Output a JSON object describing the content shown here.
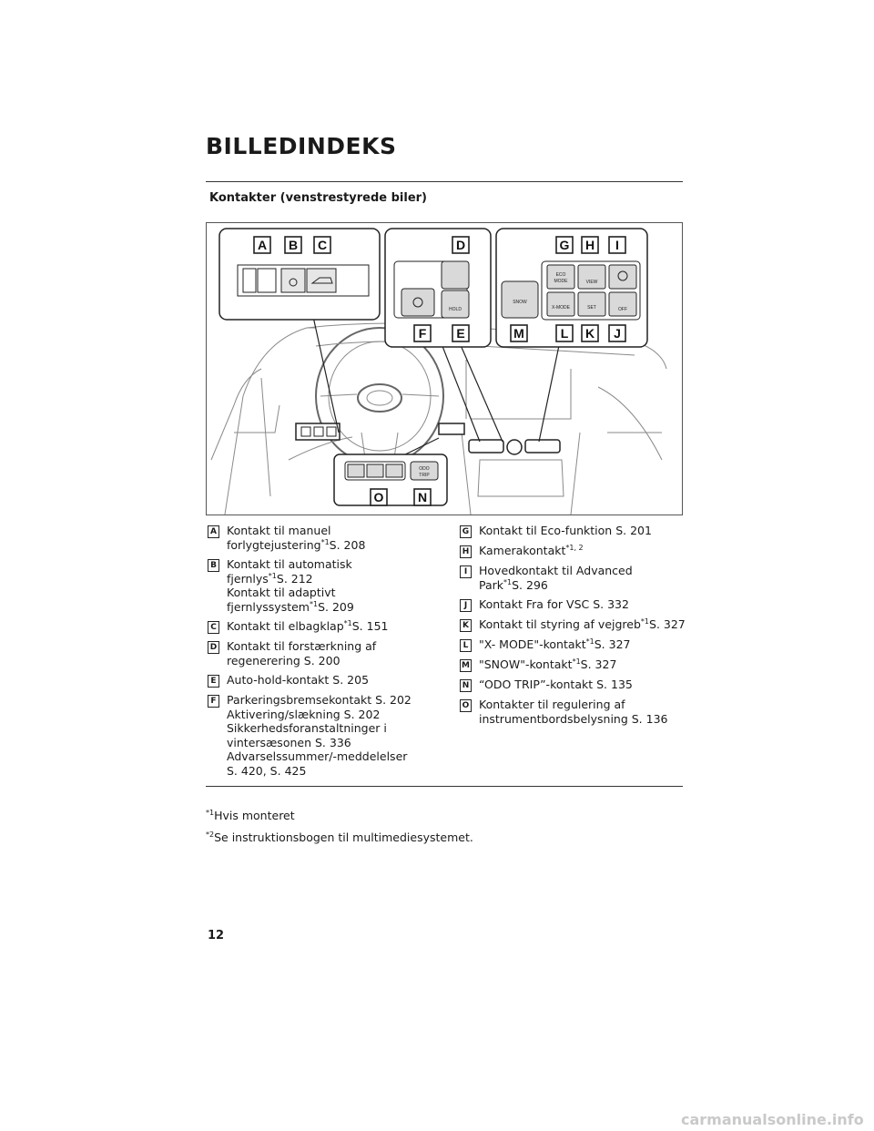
{
  "page": {
    "title": "BILLEDINDEKS",
    "subtitle": "Kontakter (venstrestyrede biler)",
    "page_number": "12"
  },
  "figure": {
    "labels": [
      "A",
      "B",
      "C",
      "D",
      "G",
      "H",
      "I",
      "F",
      "E",
      "M",
      "L",
      "K",
      "J",
      "O",
      "N"
    ],
    "switch_texts": {
      "snow": "SNOW",
      "eco": "ECO",
      "mode": "MODE",
      "view": "VIEW",
      "hold": "HOLD",
      "off": "OFF",
      "set": "SET",
      "xmode": "X-MODE",
      "odo": "ODO",
      "trip": "TRIP"
    }
  },
  "left_items": [
    {
      "letter": "A",
      "lines": [
        {
          "t": "Kontakt til manuel"
        },
        {
          "t": "forlygtejustering",
          "sup": "*1",
          "after": "S. 208"
        }
      ]
    },
    {
      "letter": "B",
      "lines": [
        {
          "t": "Kontakt til automatisk"
        },
        {
          "t": "fjernlys",
          "sup": "*1",
          "after": "S. 212"
        },
        {
          "t": "Kontakt til adaptivt"
        },
        {
          "t": "fjernlyssystem",
          "sup": "*1",
          "after": "S. 209"
        }
      ]
    },
    {
      "letter": "C",
      "lines": [
        {
          "t": "Kontakt til elbagklap",
          "sup": "*1",
          "after": "S. 151"
        }
      ]
    },
    {
      "letter": "D",
      "lines": [
        {
          "t": "Kontakt til forstærkning af"
        },
        {
          "t": "regenerering S. 200"
        }
      ]
    },
    {
      "letter": "E",
      "lines": [
        {
          "t": "Auto-hold-kontakt S. 205"
        }
      ]
    },
    {
      "letter": "F",
      "lines": [
        {
          "t": "Parkeringsbremsekontakt S. 202"
        },
        {
          "t": "Aktivering/slækning S. 202"
        },
        {
          "t": "Sikkerhedsforanstaltninger i"
        },
        {
          "t": "vintersæsonen S. 336"
        },
        {
          "t": "Advarselssummer/-meddelelser"
        },
        {
          "t": "S. 420, S. 425"
        }
      ]
    }
  ],
  "right_items": [
    {
      "letter": "G",
      "lines": [
        {
          "t": "Kontakt til Eco-funktion S. 201"
        }
      ]
    },
    {
      "letter": "H",
      "lines": [
        {
          "t": "Kamerakontakt",
          "sup": "*1, 2",
          "after": ""
        }
      ]
    },
    {
      "letter": "I",
      "lines": [
        {
          "t": "Hovedkontakt til Advanced"
        },
        {
          "t": "Park",
          "sup": "*1",
          "after": "S. 296"
        }
      ]
    },
    {
      "letter": "J",
      "lines": [
        {
          "t": "Kontakt Fra for VSC S. 332"
        }
      ]
    },
    {
      "letter": "K",
      "lines": [
        {
          "t": "Kontakt til styring af vejgreb",
          "sup": "*1",
          "after": "S. 327"
        }
      ]
    },
    {
      "letter": "L",
      "lines": [
        {
          "t": "\"X- MODE\"-kontakt",
          "sup": "*1",
          "after": "S. 327"
        }
      ]
    },
    {
      "letter": "M",
      "lines": [
        {
          "t": "\"SNOW\"-kontakt",
          "sup": "*1",
          "after": "S. 327"
        }
      ]
    },
    {
      "letter": "N",
      "lines": [
        {
          "t": "“ODO TRIP”-kontakt S. 135"
        }
      ]
    },
    {
      "letter": "O",
      "lines": [
        {
          "t": "Kontakter til regulering af"
        },
        {
          "t": "instrumentbordsbelysning S. 136"
        }
      ]
    }
  ],
  "footnotes": [
    {
      "mark": "*1",
      "text": "Hvis monteret"
    },
    {
      "mark": "*2",
      "text": "Se instruktionsbogen til multimediesystemet."
    }
  ],
  "watermark": "carmanualsonline.info"
}
